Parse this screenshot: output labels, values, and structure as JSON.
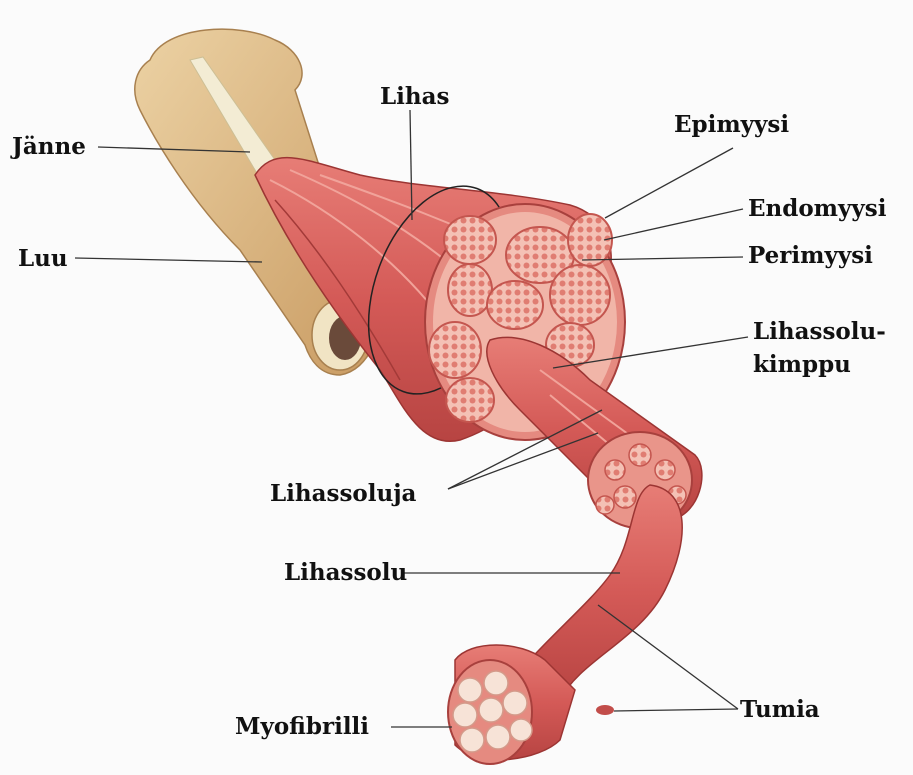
{
  "labels": {
    "jaenne": "Jänne",
    "luu": "Luu",
    "lihas": "Lihas",
    "epimyysi": "Epimyysi",
    "endomyysi": "Endomyysi",
    "perimyysi": "Perimyysi",
    "lihassolukimppu_line1": "Lihassolu-",
    "lihassolukimppu_line2": "kimppu",
    "lihassoluja": "Lihassoluja",
    "lihassolu": "Lihassolu",
    "tumia": "Tumia",
    "myofibrilli": "Myofibrilli"
  },
  "colors": {
    "bone": "#e3c391",
    "bone_shadow": "#b88a55",
    "tendon": "#f1ead0",
    "muscle": "#d9635f",
    "muscle_dark": "#b8413f",
    "muscle_light": "#f0a49a",
    "fascicle_fill": "#f2b8aa",
    "leader_line": "#333333"
  }
}
